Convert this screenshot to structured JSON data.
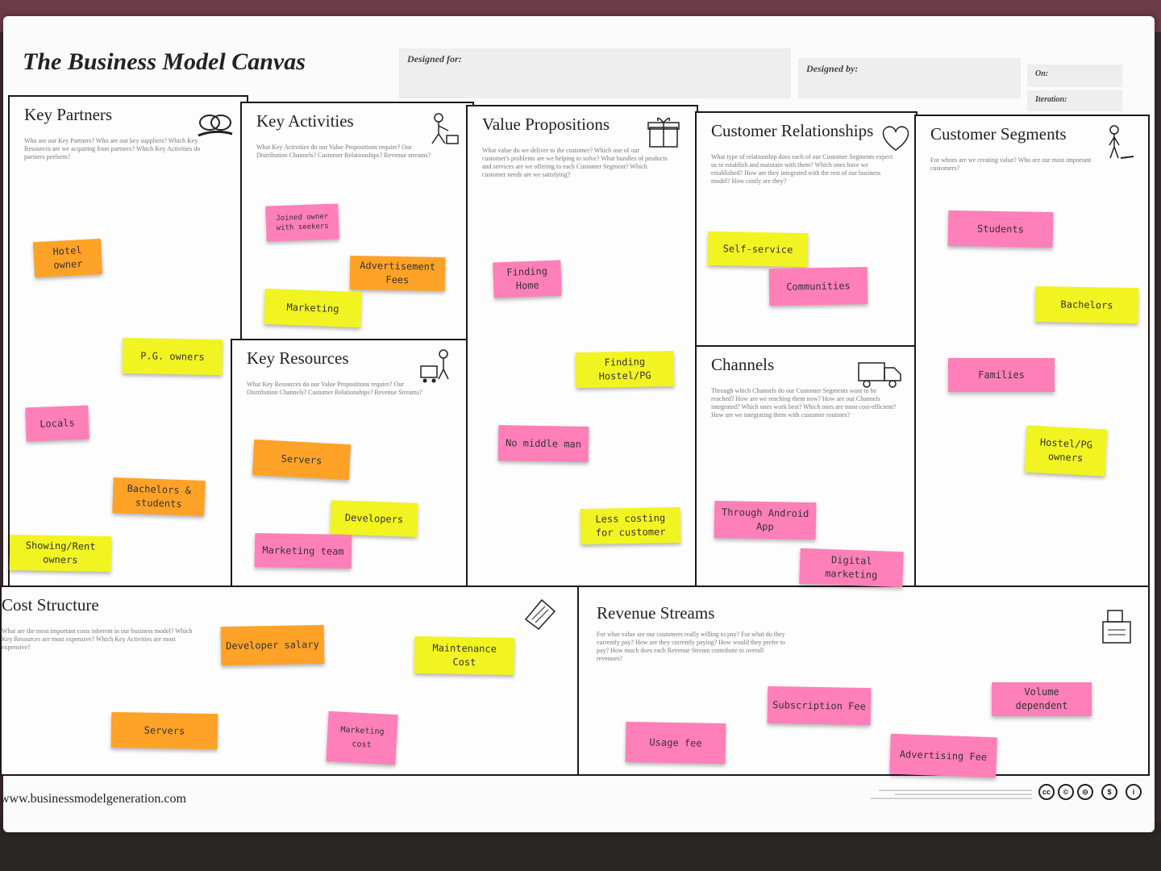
{
  "header": {
    "title": "The Business Model Canvas",
    "designed_for_label": "Designed for:",
    "designed_by_label": "Designed by:",
    "on_label": "On:",
    "iteration_label": "Iteration:"
  },
  "blocks": {
    "key_partners": {
      "title": "Key Partners",
      "questions": "Who are our Key Partners? Who are our key suppliers? Which Key Resources are we acquiring from partners? Which Key Activities do partners perform?"
    },
    "key_activities": {
      "title": "Key Activities",
      "questions": "What Key Activities do our Value Propositions require? Our Distribution Channels? Customer Relationships? Revenue streams?"
    },
    "key_resources": {
      "title": "Key Resources",
      "questions": "What Key Resources do our Value Propositions require? Our Distribution Channels? Customer Relationships? Revenue Streams?"
    },
    "value_propositions": {
      "title": "Value Propositions",
      "questions": "What value do we deliver to the customer? Which one of our customer's problems are we helping to solve? What bundles of products and services are we offering to each Customer Segment? Which customer needs are we satisfying?"
    },
    "customer_relationships": {
      "title": "Customer Relationships",
      "questions": "What type of relationship does each of our Customer Segments expect us to establish and maintain with them? Which ones have we established? How are they integrated with the rest of our business model? How costly are they?"
    },
    "channels": {
      "title": "Channels",
      "questions": "Through which Channels do our Customer Segments want to be reached? How are we reaching them now? How are our Channels integrated? Which ones work best? Which ones are most cost-efficient? How are we integrating them with customer routines?"
    },
    "customer_segments": {
      "title": "Customer Segments",
      "questions": "For whom are we creating value? Who are our most important customers?"
    },
    "cost_structure": {
      "title": "Cost Structure",
      "questions": "What are the most important costs inherent in our business model? Which Key Resources are most expensive? Which Key Activities are most expensive?"
    },
    "revenue_streams": {
      "title": "Revenue Streams",
      "questions": "For what value are our customers really willing to pay? For what do they currently pay? How are they currently paying? How would they prefer to pay? How much does each Revenue Stream contribute to overall revenues?"
    }
  },
  "notes": {
    "kp1": "Hotel owner",
    "kp2": "P.G. owners",
    "kp3": "Locals",
    "kp4": "Bachelors & students",
    "kp5": "Showing/Rent owners",
    "ka1": "Joined owner with seekers",
    "ka2": "Advertisement Fees",
    "ka3": "Marketing",
    "kr1": "Servers",
    "kr2": "Developers",
    "kr3": "Marketing team",
    "vp1": "Finding Home",
    "vp2": "Finding Hostel/PG",
    "vp3": "No middle man",
    "vp4": "Less costing for customer",
    "cr1": "Self-service",
    "cr2": "Communities",
    "ch1": "Through Android App",
    "ch2": "Digital marketing",
    "cs1": "Students",
    "cs2": "Bachelors",
    "cs3": "Families",
    "cs4": "Hostel/PG owners",
    "cost1": "Developer salary",
    "cost2": "Maintenance Cost",
    "cost3": "Servers",
    "cost4": "Marketing cost",
    "rev1": "Subscription Fee",
    "rev2": "Volume dependent",
    "rev3": "Usage fee",
    "rev4": "Advertising Fee"
  },
  "footer": {
    "url": "www.businessmodelgeneration.com",
    "cc_labels": [
      "cc",
      "©",
      "⊝",
      "$",
      "i"
    ]
  },
  "colors": {
    "pink": "#ff7fb8",
    "yellow": "#f2f421",
    "orange": "#ffa228"
  }
}
